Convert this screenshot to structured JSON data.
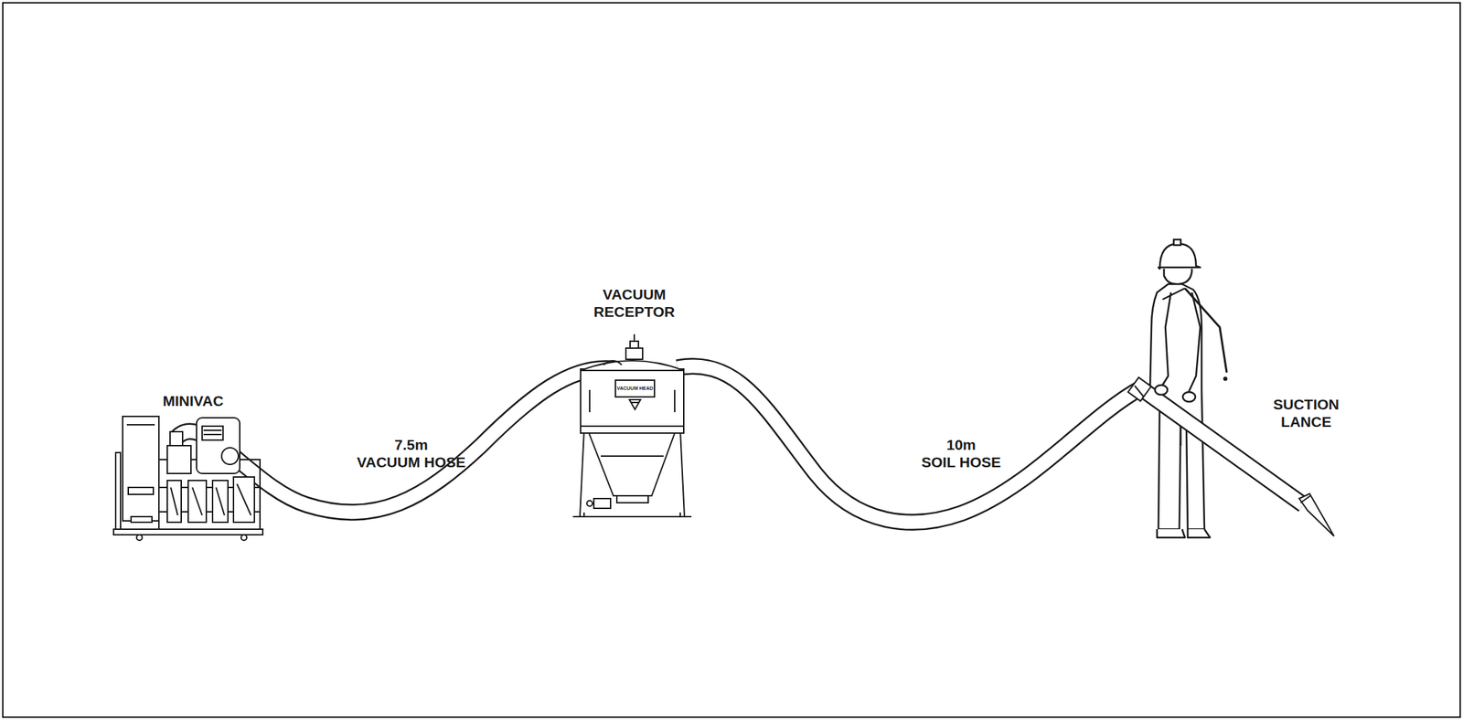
{
  "diagram": {
    "labels": [
      "MINIVAC",
      "7.5m VACUUM HOSE",
      "VACUUM RECEPTOR",
      "VACUUM HEAD",
      "10m SOIL HOSE",
      "SUCTION LANCE"
    ]
  }
}
